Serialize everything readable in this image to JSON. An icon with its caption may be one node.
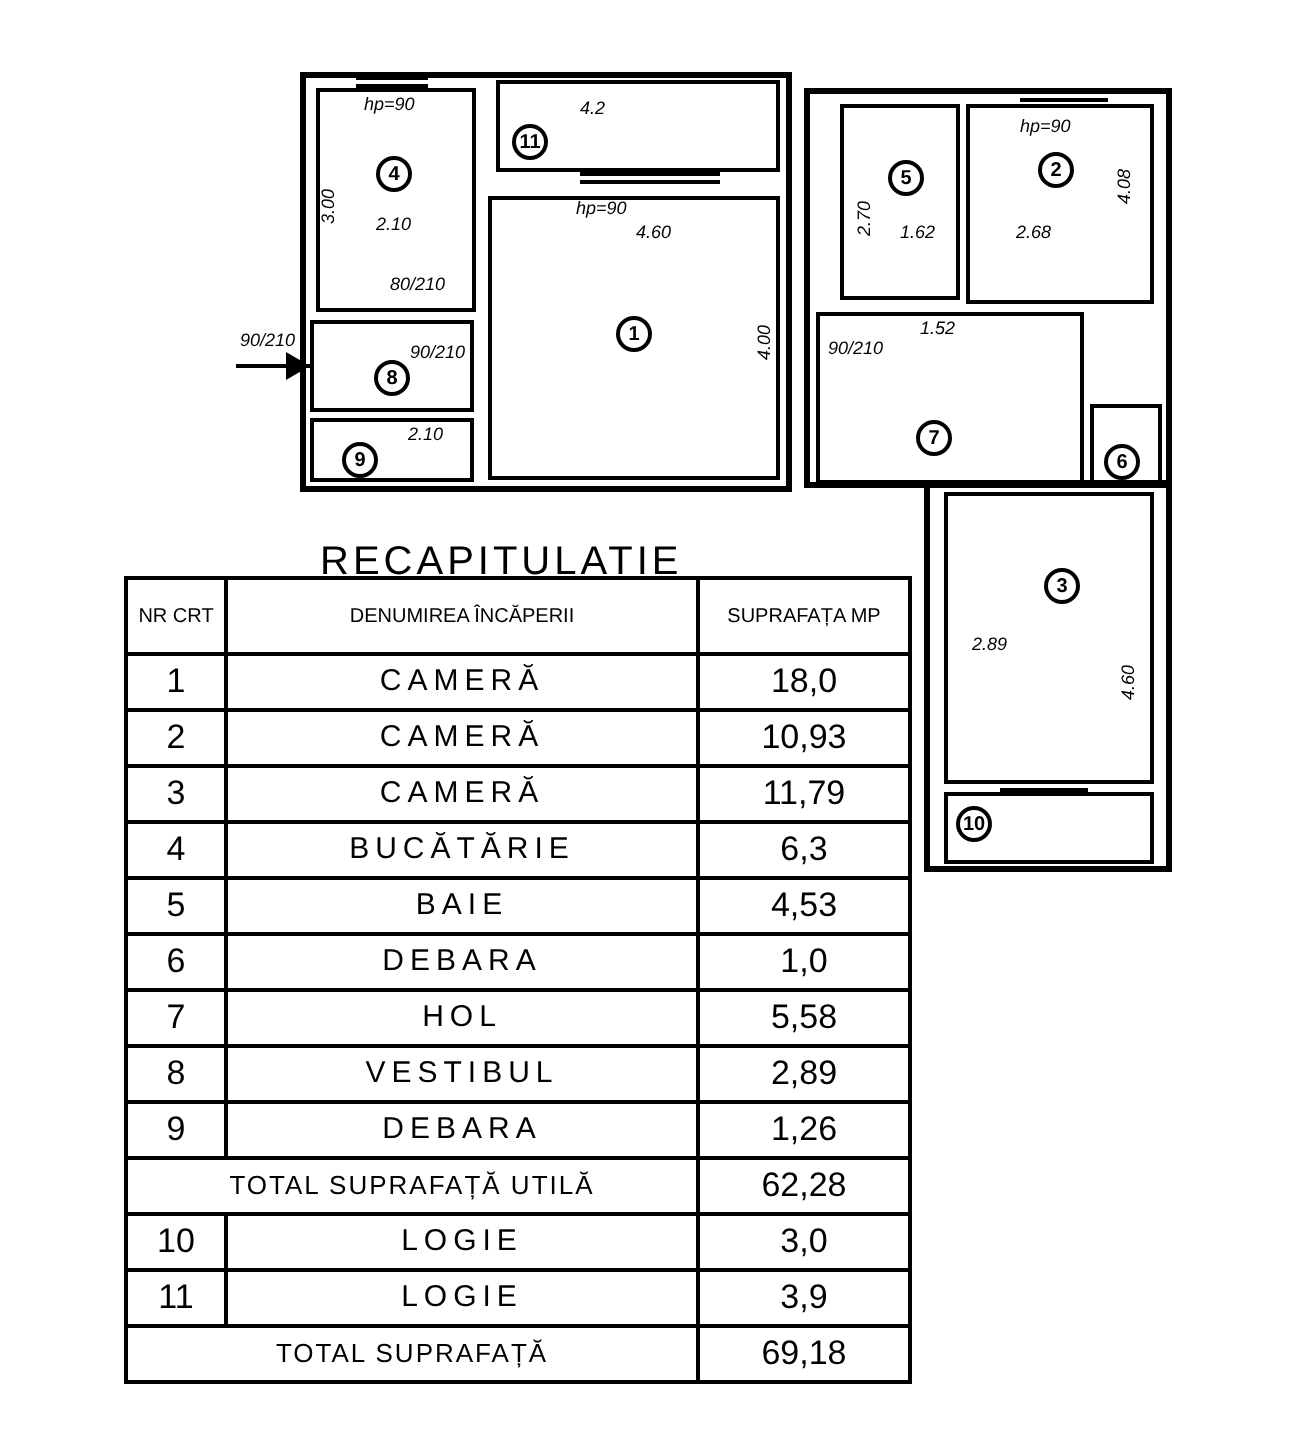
{
  "diagram": {
    "title": "RECAPITULATIE",
    "nodes": [
      {
        "text": [
          "4"
        ]
      },
      {
        "text": [
          "11"
        ]
      },
      {
        "text": [
          "1"
        ]
      },
      {
        "text": [
          "8"
        ]
      },
      {
        "text": [
          "9"
        ]
      },
      {
        "text": [
          "5"
        ]
      },
      {
        "text": [
          "2"
        ]
      },
      {
        "text": [
          "7"
        ]
      },
      {
        "text": [
          "6"
        ]
      },
      {
        "text": [
          "3"
        ]
      },
      {
        "text": [
          "10"
        ]
      }
    ],
    "edges": [
      {
        "from": null,
        "to": 3,
        "arrow": "to"
      }
    ],
    "labels": [
      "hp=90",
      "4.2",
      "3.00",
      "2.10",
      "hp=90",
      "4.60",
      "80/210",
      "90/210",
      "90/210",
      "2.10",
      "4.00",
      "90/210",
      "2.70",
      "1.62",
      "1.52",
      "hp=90",
      "2.68",
      "4.08",
      "2.89",
      "4.60",
      "NR CRT",
      "DENUMIREA ÎNCĂPERII",
      "SUPRAFAȚA MP",
      "1",
      "CAMERĂ",
      "18,0",
      "2",
      "CAMERĂ",
      "10,93",
      "3",
      "CAMERĂ",
      "11,79",
      "4",
      "BUCĂTĂRIE",
      "6,3",
      "5",
      "BAIE",
      "4,53",
      "6",
      "DEBARA",
      "1,0",
      "7",
      "HOL",
      "5,58",
      "8",
      "VESTIBUL",
      "2,89",
      "9",
      "DEBARA",
      "1,26",
      "TOTAL SUPRAFAȚĂ UTILĂ",
      "62,28",
      "10",
      "LOGIE",
      "3,0",
      "11",
      "LOGIE",
      "3,9",
      "TOTAL SUPRAFAȚĂ",
      "69,18"
    ]
  }
}
